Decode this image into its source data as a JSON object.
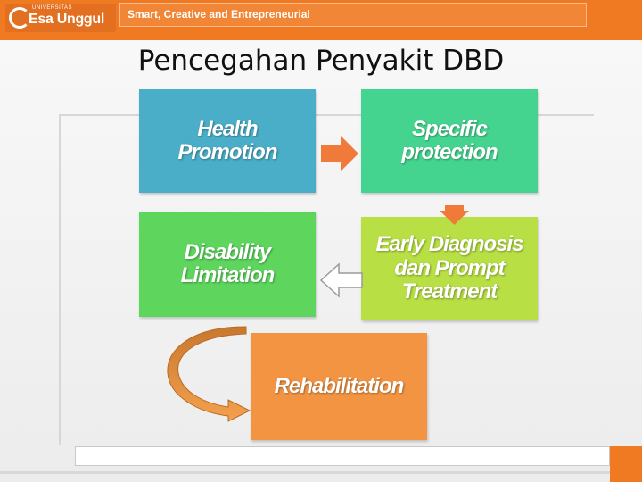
{
  "header": {
    "logo_small_text": "UNIVERSITAS",
    "logo_name": "Esa Unggul",
    "tagline": "Smart, Creative and Entrepreneurial",
    "brand_color": "#f07a22"
  },
  "slide": {
    "title": "Pencegahan Penyakit DBD"
  },
  "diagram": {
    "boxes": [
      {
        "label": "Health\nPromotion",
        "color": "#4aaec8"
      },
      {
        "label": "Specific\nprotection",
        "color": "#45d48f"
      },
      {
        "label": "Early Diagnosis\ndan Prompt\nTreatment",
        "color": "#b8df44"
      },
      {
        "label": "Disability\nLimitation",
        "color": "#5ed65e"
      },
      {
        "label": "Rehabilitation",
        "color": "#f39443"
      }
    ],
    "flow": [
      "Health Promotion",
      "Specific protection",
      "Early Diagnosis dan Prompt Treatment",
      "Disability Limitation",
      "Rehabilitation"
    ]
  }
}
